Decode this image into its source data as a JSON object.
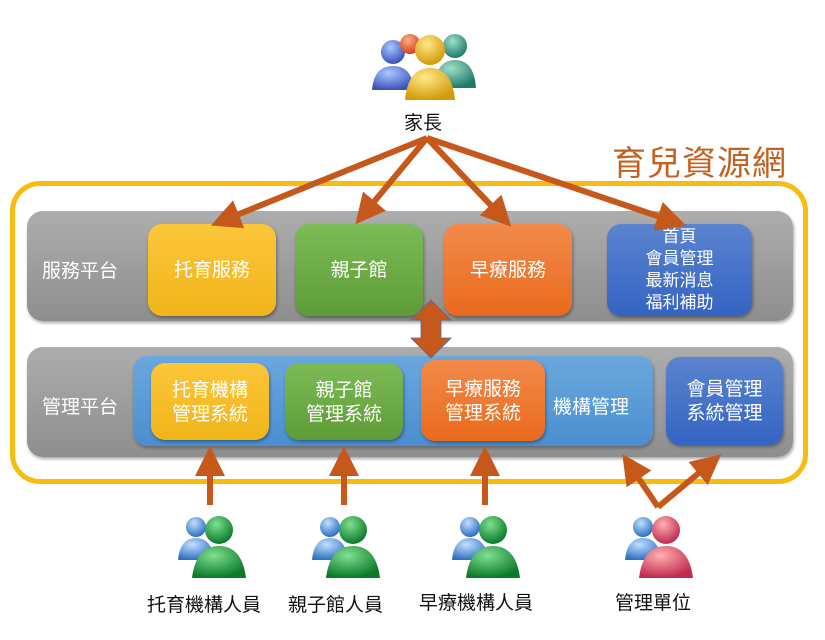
{
  "diagram": {
    "title": "育兒資源網",
    "top_actor": {
      "label": "家長",
      "icon": "group-users-icon"
    },
    "service_platform": {
      "label": "服務平台",
      "boxes": [
        {
          "label": "托育服務",
          "color": "#f6bd25"
        },
        {
          "label": "親子館",
          "color": "#6aab45"
        },
        {
          "label": "早療服務",
          "color": "#ed7a30"
        },
        {
          "lines": [
            "首頁",
            "會員管理",
            "最新消息",
            "福利補助"
          ],
          "color": "#4572c8"
        }
      ]
    },
    "management_platform": {
      "label": "管理平台",
      "institution_group_label": "機構管理",
      "boxes": [
        {
          "lines": [
            "托育機構",
            "管理系統"
          ],
          "color": "#f6bd25"
        },
        {
          "lines": [
            "親子館",
            "管理系統"
          ],
          "color": "#6aab45"
        },
        {
          "lines": [
            "早療服務",
            "管理系統"
          ],
          "color": "#ed7a30"
        }
      ],
      "member_box": {
        "lines": [
          "會員管理",
          "系統管理"
        ],
        "color": "#4572c8"
      }
    },
    "bottom_actors": [
      {
        "label": "托育機構人員",
        "icon": "user-pair-green-icon"
      },
      {
        "label": "親子館人員",
        "icon": "user-pair-green-icon"
      },
      {
        "label": "早療機構人員",
        "icon": "user-pair-green-icon"
      },
      {
        "label": "管理單位",
        "icon": "user-pair-red-icon"
      }
    ],
    "colors": {
      "frame": "#f8bb0e",
      "arrow": "#c5581a",
      "title": "#c5611f"
    }
  }
}
